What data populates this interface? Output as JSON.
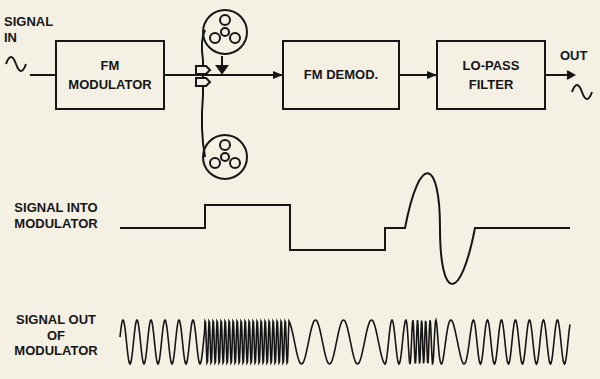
{
  "diagram": {
    "nodes": [
      {
        "text": [
          "FM MODULATOR"
        ]
      },
      {
        "text": [
          "FM DEMOD."
        ]
      },
      {
        "text": [
          "LO-PASS FILTER"
        ]
      }
    ],
    "edges": [
      {
        "from": 0,
        "to": 1,
        "arrow": "to"
      },
      {
        "from": 1,
        "to": 2,
        "arrow": "to"
      }
    ],
    "labels": [
      "SIGNAL IN",
      "OUT",
      "SIGNAL INTO MODULATOR",
      "SIGNAL OUT OF MODULATOR"
    ]
  }
}
